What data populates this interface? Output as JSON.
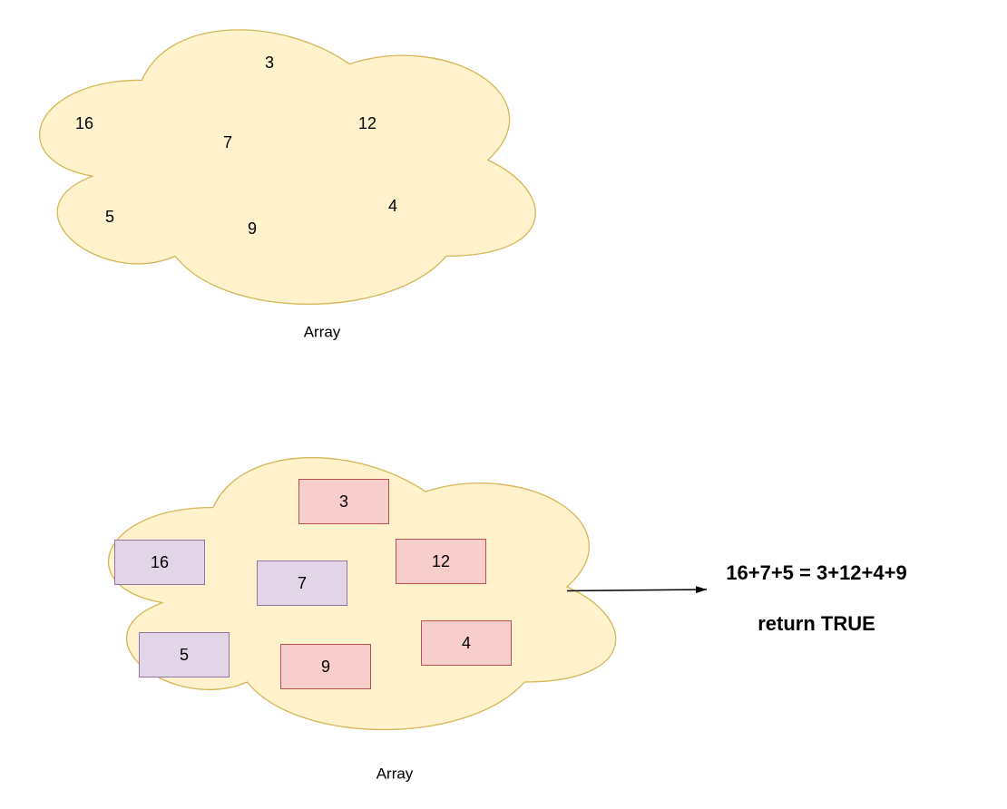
{
  "diagram": {
    "description": "Partition equality check of an array",
    "colors": {
      "cloud_fill": "#FFF2CC",
      "cloud_stroke": "#D6B656",
      "subset_a_fill": "#E1D5E7",
      "subset_a_stroke": "#9673A6",
      "subset_b_fill": "#F8CECC",
      "subset_b_stroke": "#B85450",
      "text": "#000000",
      "arrow": "#000000"
    }
  },
  "top_cloud": {
    "label": "Array",
    "items": [
      {
        "value": "3"
      },
      {
        "value": "16"
      },
      {
        "value": "12"
      },
      {
        "value": "7"
      },
      {
        "value": "5"
      },
      {
        "value": "9"
      },
      {
        "value": "4"
      }
    ]
  },
  "bottom_cloud": {
    "label": "Array",
    "boxes": [
      {
        "value": "3",
        "subset": "pink"
      },
      {
        "value": "16",
        "subset": "purple"
      },
      {
        "value": "12",
        "subset": "pink"
      },
      {
        "value": "7",
        "subset": "purple"
      },
      {
        "value": "5",
        "subset": "purple"
      },
      {
        "value": "9",
        "subset": "pink"
      },
      {
        "value": "4",
        "subset": "pink"
      }
    ]
  },
  "annotation": {
    "equation": "16+7+5 = 3+12+4+9",
    "result": "return TRUE"
  }
}
